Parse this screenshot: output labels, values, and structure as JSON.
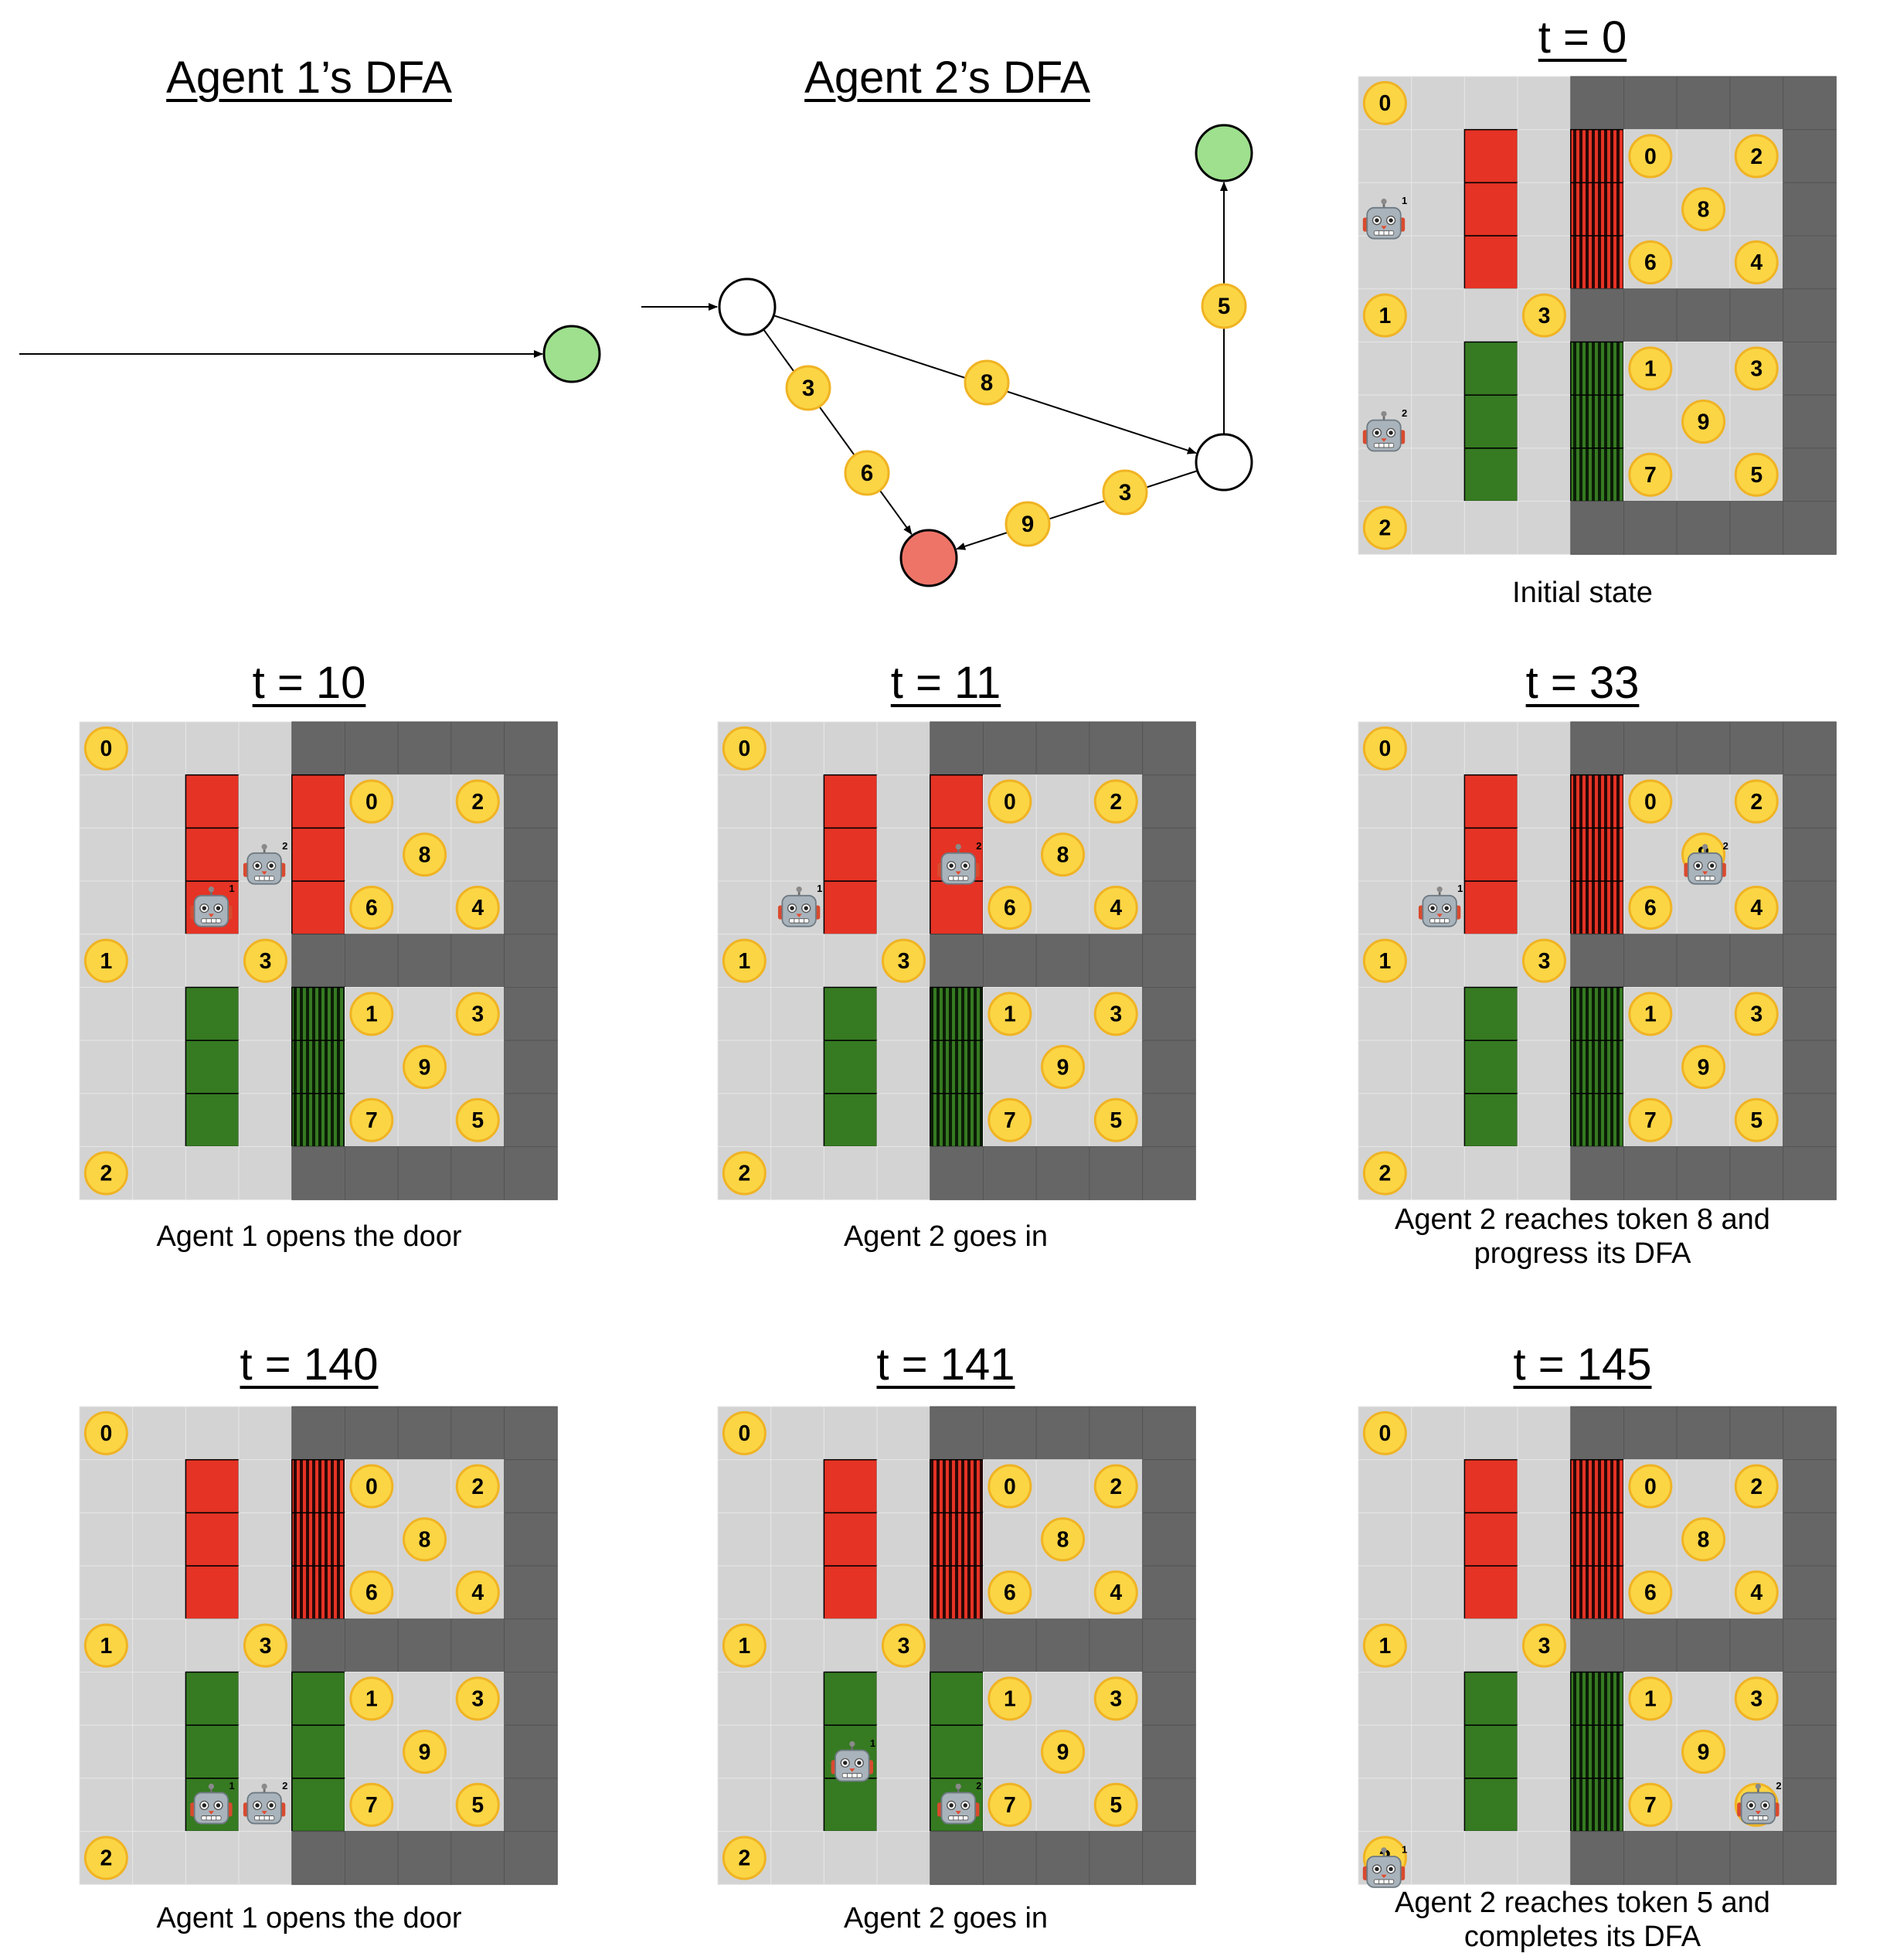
{
  "dfa": {
    "agent1_title": "Agent 1’s DFA",
    "agent2_title": "Agent 2’s DFA",
    "agent2_edges": [
      {
        "from": "start",
        "to": "hub",
        "labels": [
          "8"
        ]
      },
      {
        "from": "start",
        "to": "fail",
        "labels": [
          "3",
          "6"
        ]
      },
      {
        "from": "hub",
        "to": "fail",
        "labels": [
          "3",
          "9"
        ]
      },
      {
        "from": "hub",
        "to": "accept",
        "labels": [
          "5"
        ]
      }
    ],
    "colors": {
      "accept": "#9ee08e",
      "reject": "#ef7468",
      "token": "#fbd544",
      "token_border": "#f0b323"
    }
  },
  "grid_legend": {
    "colors": {
      "floor": "#d3d3d3",
      "wall": "#666666",
      "red_button": "#e53325",
      "green_button": "#367a22"
    }
  },
  "tokens": {
    "t0": "0",
    "t1": "1",
    "t2": "2",
    "t3": "3",
    "t4": "4",
    "t5": "5",
    "t6": "6",
    "t7": "7",
    "t8": "8",
    "t9": "9"
  },
  "agents": {
    "a1": "1",
    "a2": "2"
  },
  "panels": [
    {
      "title": "t = 0",
      "caption": "Initial state"
    },
    {
      "title": "t = 10",
      "caption": "Agent 1 opens the door"
    },
    {
      "title": "t = 11",
      "caption": "Agent 2 goes in"
    },
    {
      "title": "t = 33",
      "caption": "Agent 2 reaches token 8 and progress its DFA"
    },
    {
      "title": "t = 140",
      "caption": "Agent 1 opens the door"
    },
    {
      "title": "t = 141",
      "caption": "Agent 2 goes in"
    },
    {
      "title": "t = 145",
      "caption": "Agent 2 reaches token 5 and completes its DFA"
    }
  ]
}
